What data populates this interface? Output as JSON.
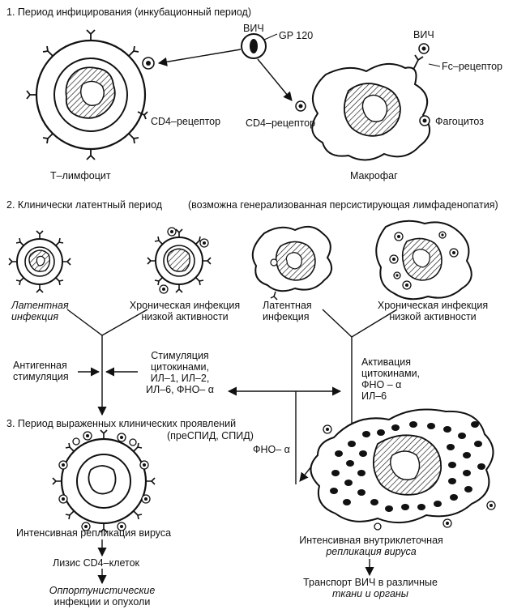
{
  "colors": {
    "ink": "#111111",
    "paper": "#ffffff"
  },
  "stage1": {
    "title": "1. Период инфицирования (инкубационный период)",
    "hiv": "ВИЧ",
    "gp120": "GP 120",
    "hiv_macro": "ВИЧ",
    "fc_receptor": "Fc–рецептор",
    "cd4_receptor_t": "CD4–рецептор",
    "cd4_receptor_m": "CD4–рецептор",
    "phagocytosis": "Фагоцитоз",
    "t_lymphocyte": "Т–лимфоцит",
    "macrophage": "Макрофаг"
  },
  "stage2": {
    "title": "2. Клинически латентный период",
    "title_note": "(возможна генерализованная персистирующая лимфаденопатия)",
    "latent_left": [
      "Латентная",
      "инфекция"
    ],
    "chronic_left": [
      "Хроническая инфекция",
      "низкой активности"
    ],
    "latent_right": [
      "Латентная",
      "инфекция"
    ],
    "chronic_right": [
      "Хроническая инфекция",
      "низкой активности"
    ],
    "antigen_stim": [
      "Антигенная",
      "стимуляция"
    ],
    "cytokine_stim": [
      "Стимуляция",
      "цитокинами,",
      "ИЛ–1, ИЛ–2,",
      "ИЛ–6, ФНО– α"
    ],
    "activation": [
      "Активация",
      "цитокинами,",
      "ФНО – α",
      "ИЛ–6"
    ],
    "tnf": "ФНО– α"
  },
  "stage3": {
    "title": "3. Период выраженных клинических проявлений",
    "title_note": "(преСПИД, СПИД)",
    "intense_replication": "Интенсивная репликация вируса",
    "cd4_lysis": "Лизис CD4–клеток",
    "opportunistic": [
      "Оппортунистические",
      "инфекции и опухоли"
    ],
    "intracellular": [
      "Интенсивная внутриклеточная",
      "репликация вируса"
    ],
    "transport_line1": "Транспорт ВИЧ в различные",
    "transport_line2": "ткани и органы"
  }
}
